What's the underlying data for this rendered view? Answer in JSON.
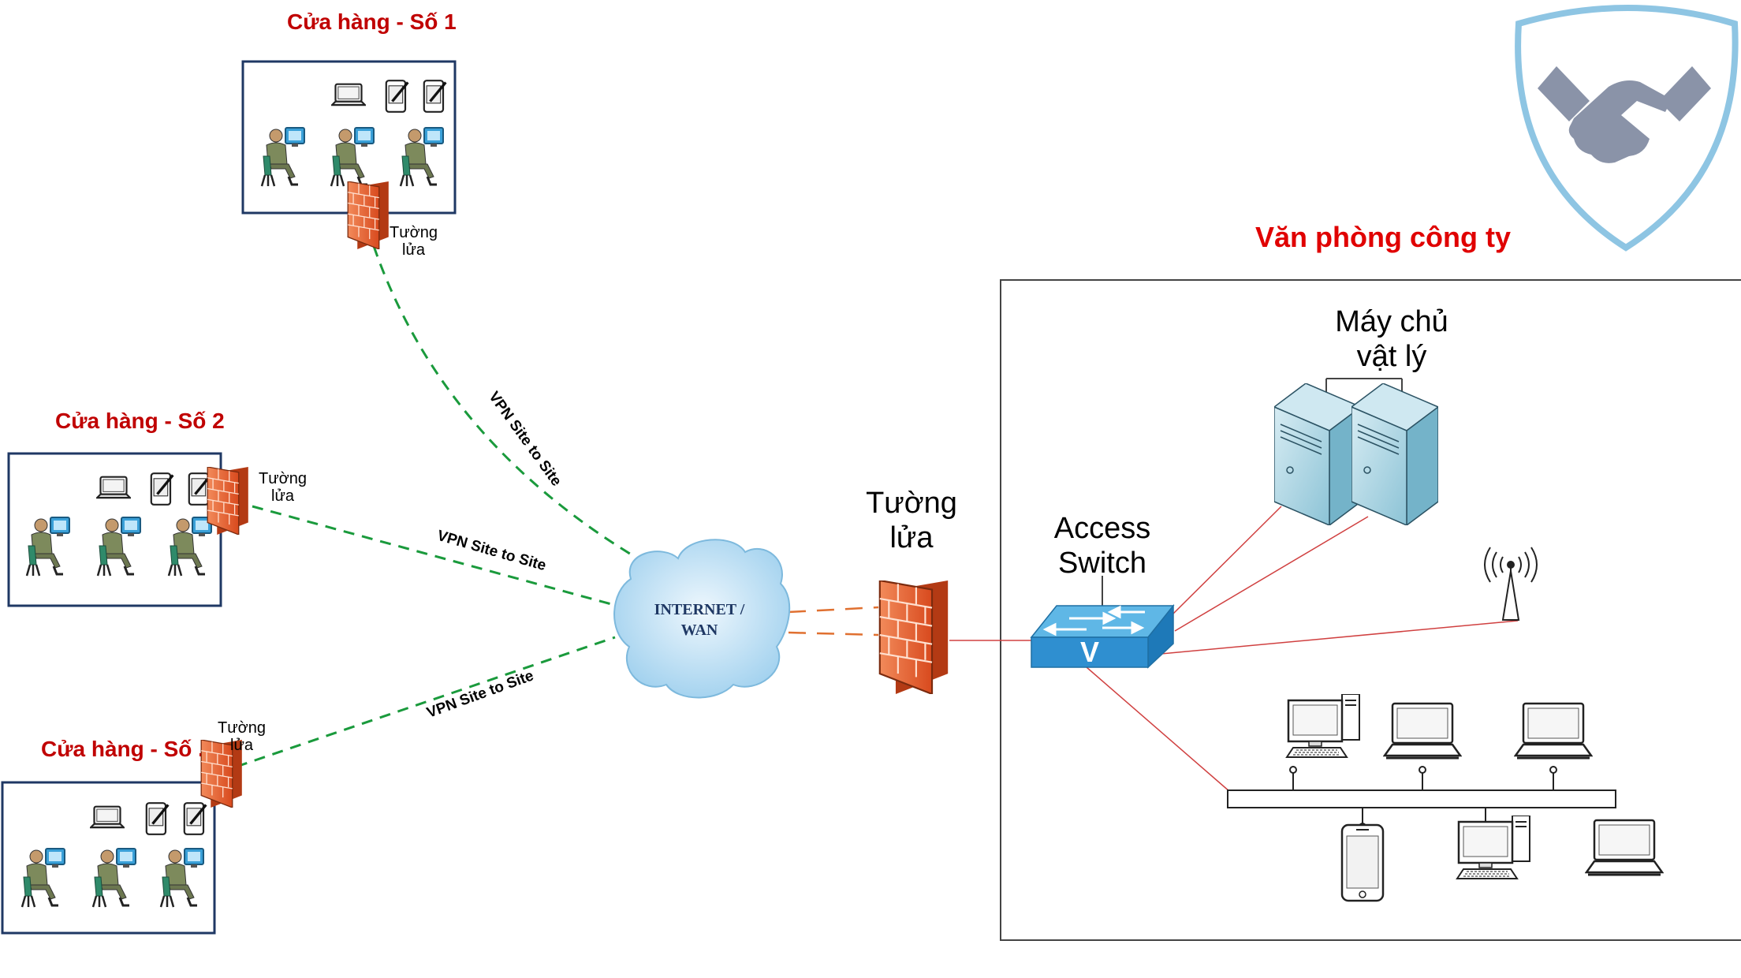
{
  "stores": [
    {
      "title": "Cửa hàng - Số 1",
      "firewall_label": "Tường\nlửa"
    },
    {
      "title": "Cửa hàng - Số 2",
      "firewall_label": "Tường\nlửa"
    },
    {
      "title": "Cửa hàng - Số .",
      "firewall_label": "Tường\nlửa"
    }
  ],
  "vpn_links": [
    "VPN Site to Site",
    "VPN Site to Site",
    "VPN Site to Site"
  ],
  "cloud": {
    "line1": "INTERNET /",
    "line2": "WAN"
  },
  "main_firewall": {
    "line1": "Tường",
    "line2": "lửa"
  },
  "office": {
    "title": "Văn phòng công ty",
    "server_label_1": "Máy chủ",
    "server_label_2": "vật lý",
    "switch_label_1": "Access",
    "switch_label_2": "Switch",
    "switch_glyph": "V"
  },
  "colors": {
    "store_title": "#c00000",
    "office_title": "#e00000",
    "vpn_line": "#1a9a3c",
    "wan_line": "#e07030",
    "lan_line": "#d04040",
    "box_border": "#1f3864",
    "shield": "#8ec5e3",
    "handshake": "#8a93a8"
  },
  "icons": [
    "handshake-shield-icon",
    "laptop-icon",
    "pda-icon",
    "user-at-computer-icon",
    "firewall-icon",
    "cloud-icon",
    "server-icon",
    "switch-icon",
    "antenna-icon",
    "desktop-icon",
    "phone-icon"
  ]
}
